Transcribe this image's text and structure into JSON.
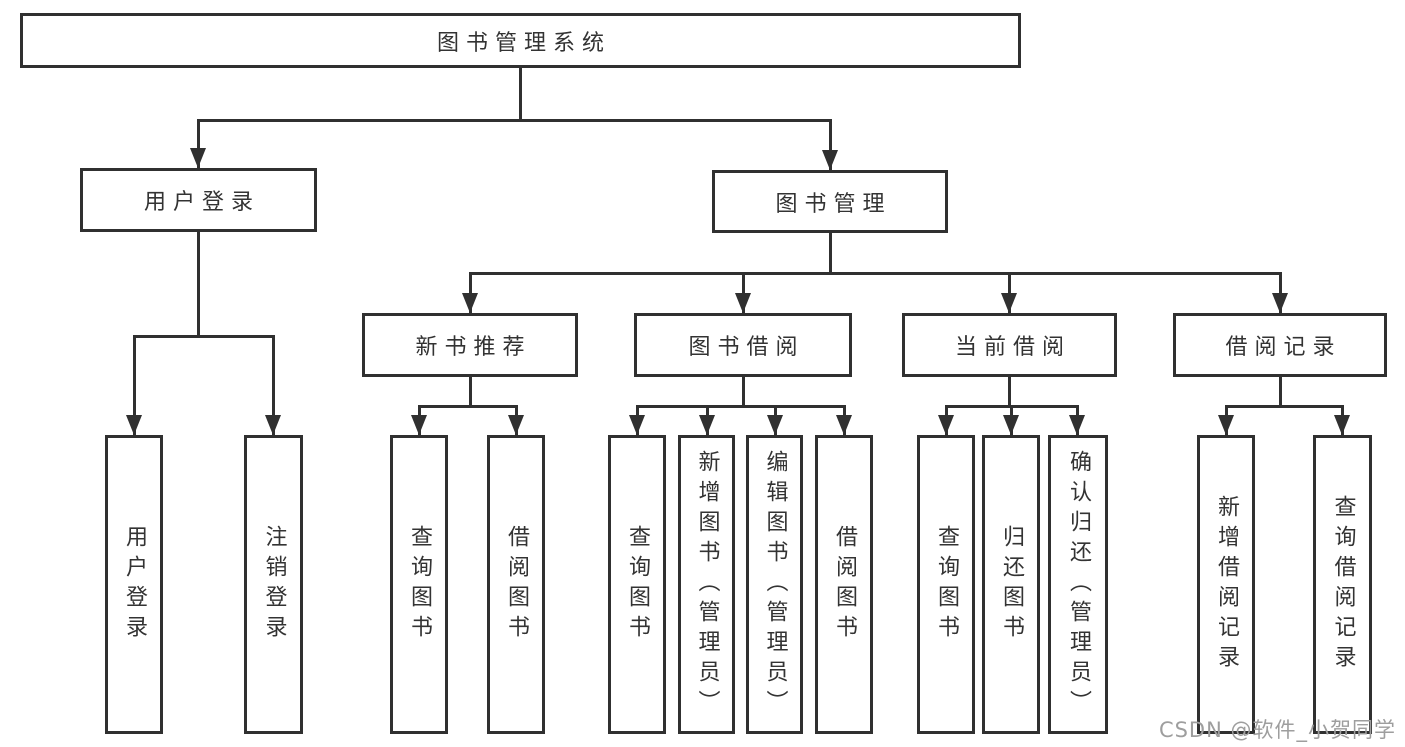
{
  "colors": {
    "line": "#303030",
    "text": "#333333",
    "box_fill": "#ffffff",
    "watermark": "#9e9e9e"
  },
  "watermark": "CSDN @软件_小贺同学",
  "tree": {
    "id": "root",
    "label": "图书管理系统",
    "children": [
      {
        "id": "login",
        "label": "用户登录",
        "children": [
          {
            "id": "login-user",
            "label": "用户登录"
          },
          {
            "id": "login-logout",
            "label": "注销登录"
          }
        ]
      },
      {
        "id": "mgmt",
        "label": "图书管理",
        "children": [
          {
            "id": "nb",
            "label": "新书推荐",
            "children": [
              {
                "id": "nb-query",
                "label": "查询图书"
              },
              {
                "id": "nb-borrow",
                "label": "借阅图书"
              }
            ]
          },
          {
            "id": "bb",
            "label": "图书借阅",
            "children": [
              {
                "id": "bb-query",
                "label": "查询图书"
              },
              {
                "id": "bb-add",
                "label": "新增图书（管理员）"
              },
              {
                "id": "bb-edit",
                "label": "编辑图书（管理员）"
              },
              {
                "id": "bb-borrow",
                "label": "借阅图书"
              }
            ]
          },
          {
            "id": "cb",
            "label": "当前借阅",
            "children": [
              {
                "id": "cb-query",
                "label": "查询图书"
              },
              {
                "id": "cb-return",
                "label": "归还图书"
              },
              {
                "id": "cb-confirm",
                "label": "确认归还（管理员）"
              }
            ]
          },
          {
            "id": "br",
            "label": "借阅记录",
            "children": [
              {
                "id": "br-add",
                "label": "新增借阅记录"
              },
              {
                "id": "br-query",
                "label": "查询借阅记录"
              }
            ]
          }
        ]
      }
    ]
  }
}
